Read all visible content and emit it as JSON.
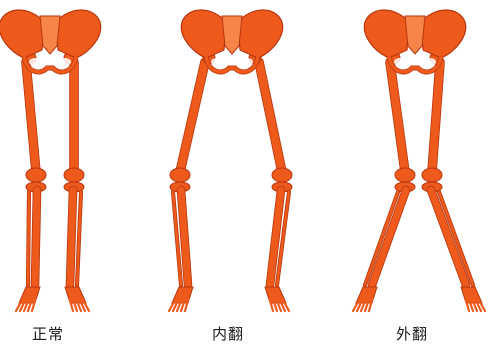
{
  "colors": {
    "bone": "#ee5a1c",
    "bone_edge": "#b8360d",
    "bone_light": "#f6854a",
    "background": "#ffffff",
    "text": "#1a1a1a"
  },
  "figures": [
    {
      "id": "normal",
      "caption": "正常",
      "alignment": "straight"
    },
    {
      "id": "varus",
      "caption": "内翻",
      "alignment": "bowed-outward"
    },
    {
      "id": "valgus",
      "caption": "外翻",
      "alignment": "knock-knee"
    }
  ]
}
